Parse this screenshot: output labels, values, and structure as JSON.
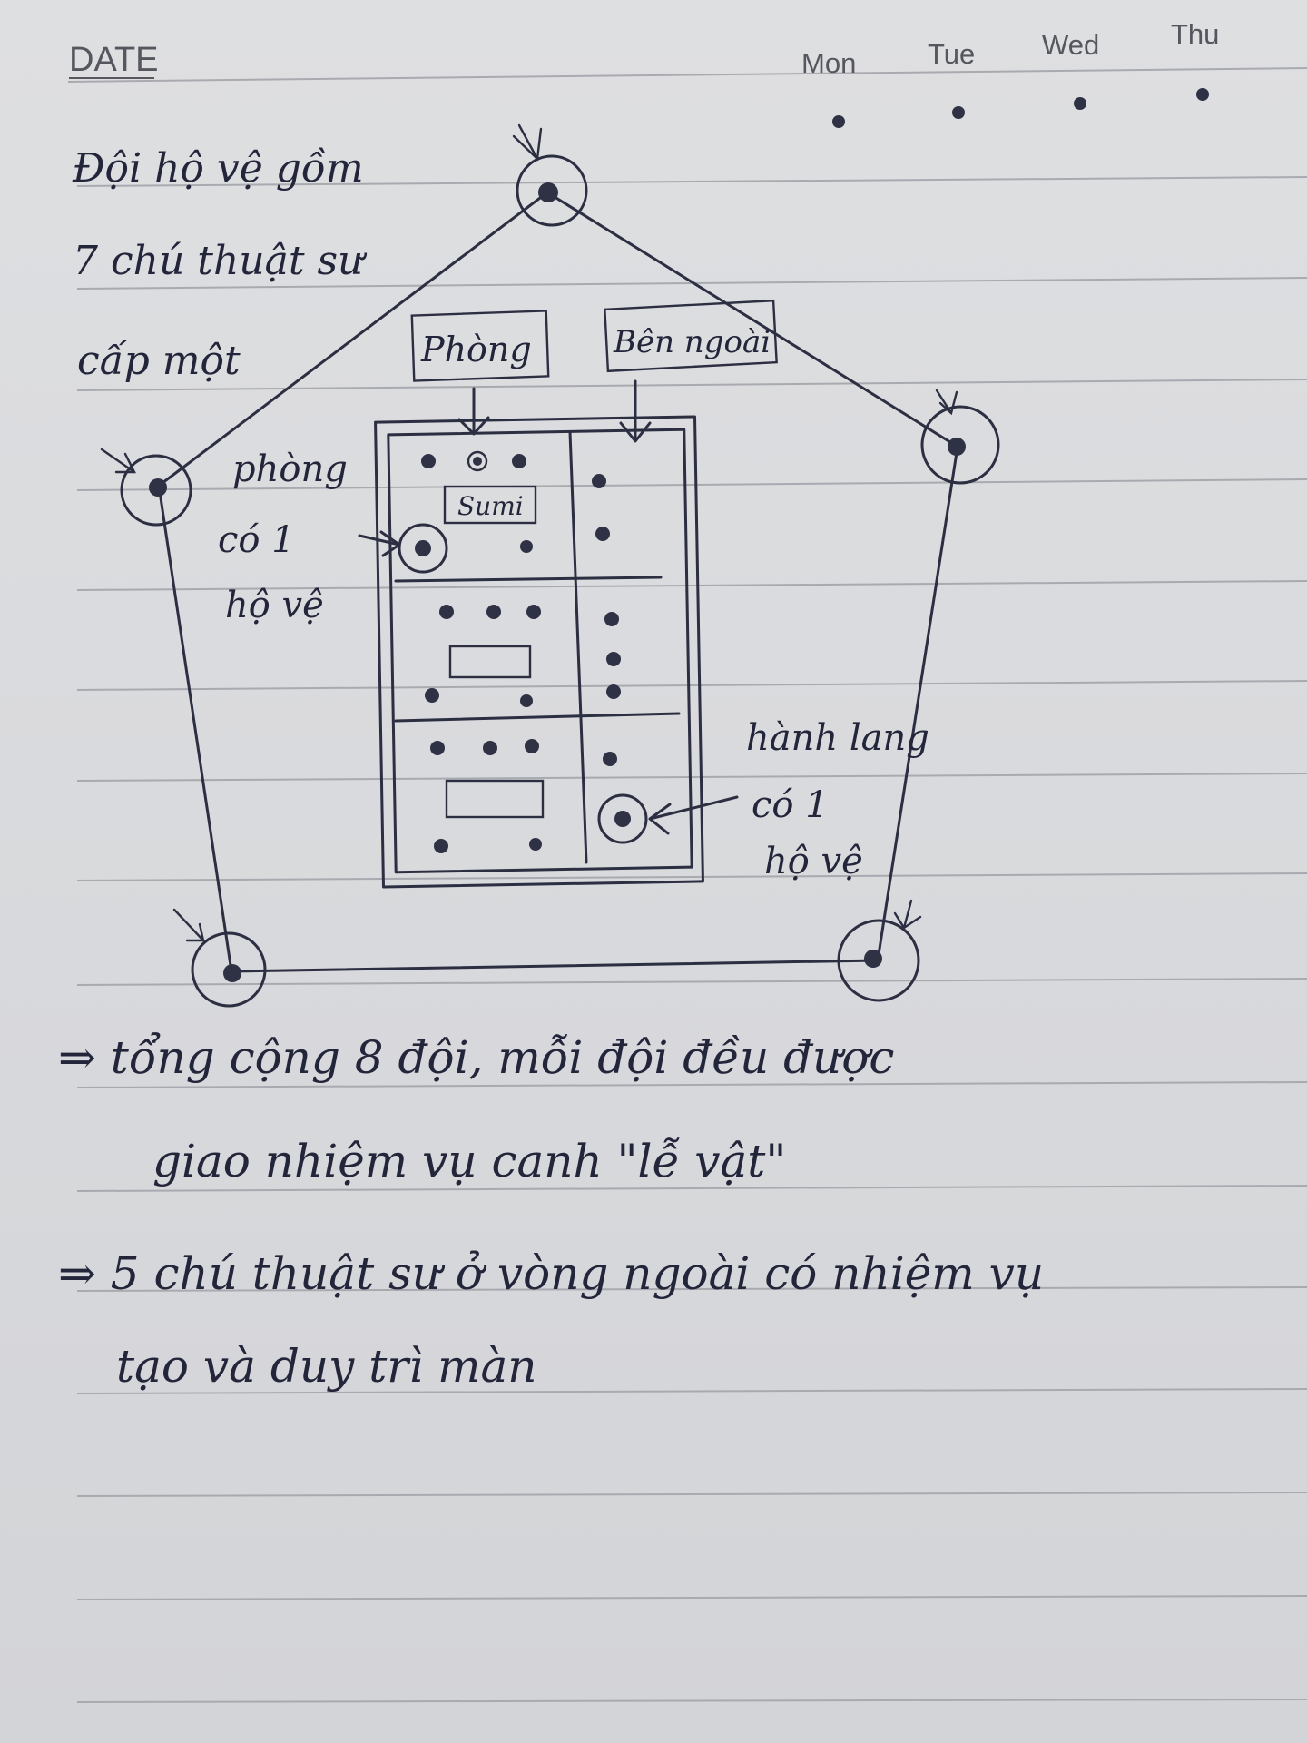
{
  "header": {
    "date_label": "DATE",
    "days": [
      "Mon",
      "Tue",
      "Wed",
      "Thu"
    ]
  },
  "notes": {
    "team_line1": "Đội hộ vệ gồm",
    "team_line2": "7 chú thuật sư",
    "team_line3": "cấp một",
    "room_label": "Phòng",
    "outside_label": "Bên ngoài",
    "sign_label": "Sumi",
    "room_note_line1": "phòng",
    "room_note_line2": "có 1",
    "room_note_line3": "hộ vệ",
    "hall_note_line1": "hành lang",
    "hall_note_line2": "có 1",
    "hall_note_line3": "hộ vệ"
  },
  "summary": {
    "line1": "⇒ tổng cộng 8 đội, mỗi đội đều được",
    "line2": "giao nhiệm vụ canh \"lễ vật\"",
    "line3": "⇒ 5 chú thuật sư ở vòng ngoài có nhiệm vụ",
    "line4": "tạo và duy trì màn"
  },
  "colors": {
    "ink": "#2c2e42",
    "paper": "#dcdddf",
    "rule": "#a9aab0"
  }
}
